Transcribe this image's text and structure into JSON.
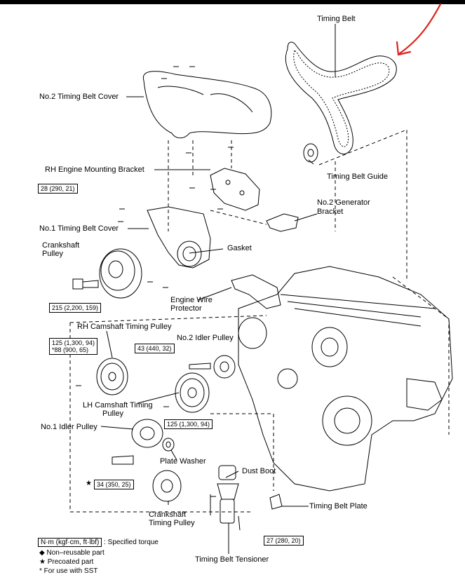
{
  "labels": {
    "timing_belt": "Timing Belt",
    "no2_timing_belt_cover": "No.2 Timing Belt Cover",
    "rh_engine_mounting_bracket": "RH Engine Mounting Bracket",
    "timing_belt_guide": "Timing Belt Guide",
    "no2_generator_bracket_line1": "No.2 Generator",
    "no2_generator_bracket_line2": "Bracket",
    "no1_timing_belt_cover": "No.1 Timing Belt Cover",
    "crankshaft_pulley_line1": "Crankshaft",
    "crankshaft_pulley_line2": "Pulley",
    "gasket": "Gasket",
    "engine_wire_protector_line1": "Engine Wire",
    "engine_wire_protector_line2": "Protector",
    "rh_camshaft_timing_pulley": "RH Camshaft Timing Pulley",
    "no2_idler_pulley": "No.2 Idler Pulley",
    "lh_camshaft_timing_pulley_line1": "LH Camshaft Timing",
    "lh_camshaft_timing_pulley_line2": "Pulley",
    "no1_idler_pulley": "No.1 Idler Pulley",
    "plate_washer": "Plate Washer",
    "dust_boot": "Dust Boot",
    "crankshaft_timing_pulley_line1": "Crankshaft",
    "crankshaft_timing_pulley_line2": "Timing Pulley",
    "timing_belt_plate": "Timing Belt Plate",
    "timing_belt_tensioner": "Timing Belt Tensioner"
  },
  "torque_specs": {
    "mounting_bracket": "28 (290, 21)",
    "crankshaft_pulley_bolt": "215 (2,200, 159)",
    "rh_camshaft_line1": "125  (1,300, 94)",
    "rh_camshaft_line2": "*88 (900, 65)",
    "no2_idler": "43 (440, 32)",
    "lh_camshaft": "125 (1,300, 94)",
    "no1_idler_star": "★",
    "no1_idler": "34 (350, 25)",
    "tensioner": "27 (280, 20)"
  },
  "legend": {
    "unit_box": "N·m (kgf·cm, ft·lbf)",
    "unit_desc": ": Specified torque",
    "non_reusable": "◆ Non–reusable part",
    "precoated": "★ Precoated part",
    "sst": "* For use with SST"
  },
  "colors": {
    "ink": "#000000",
    "annotation_arrow": "#e0201b",
    "background": "#ffffff"
  }
}
